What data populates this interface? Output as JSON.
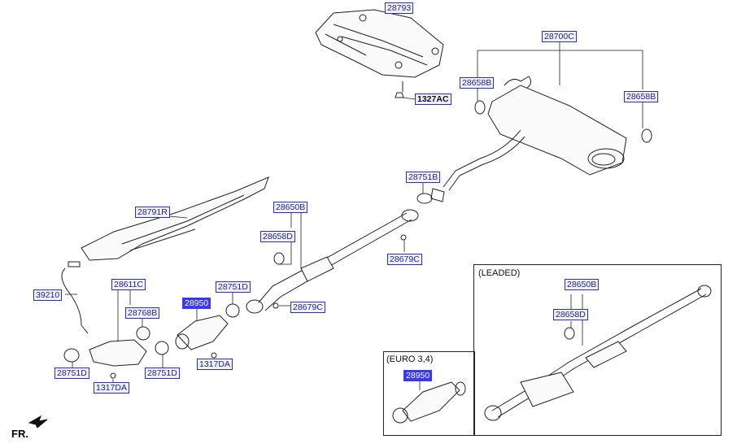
{
  "callouts": {
    "p28793": "28793",
    "p1327AC": "1327AC",
    "p28700C": "28700C",
    "p28658B_left": "28658B",
    "p28658B_right": "28658B",
    "p28751B": "28751B",
    "p28650B": "28650B",
    "p28658D": "28658D",
    "p28679C_top": "28679C",
    "p28791R": "28791R",
    "p39210": "39210",
    "p28611C": "28611C",
    "p28768B": "28768B",
    "p28950": "28950",
    "p28751D_mid": "28751D",
    "p28679C_mid": "28679C",
    "p28751D_left": "28751D",
    "p1317DA_left": "1317DA",
    "p28751D_center": "28751D",
    "p1317DA_center": "1317DA",
    "p28650B_leaded": "28650B",
    "p28658D_leaded": "28658D",
    "p28950_euro": "28950"
  },
  "panels": {
    "leaded_label": "(LEADED)",
    "euro_label": "(EURO 3,4)"
  },
  "direction_label": "FR."
}
